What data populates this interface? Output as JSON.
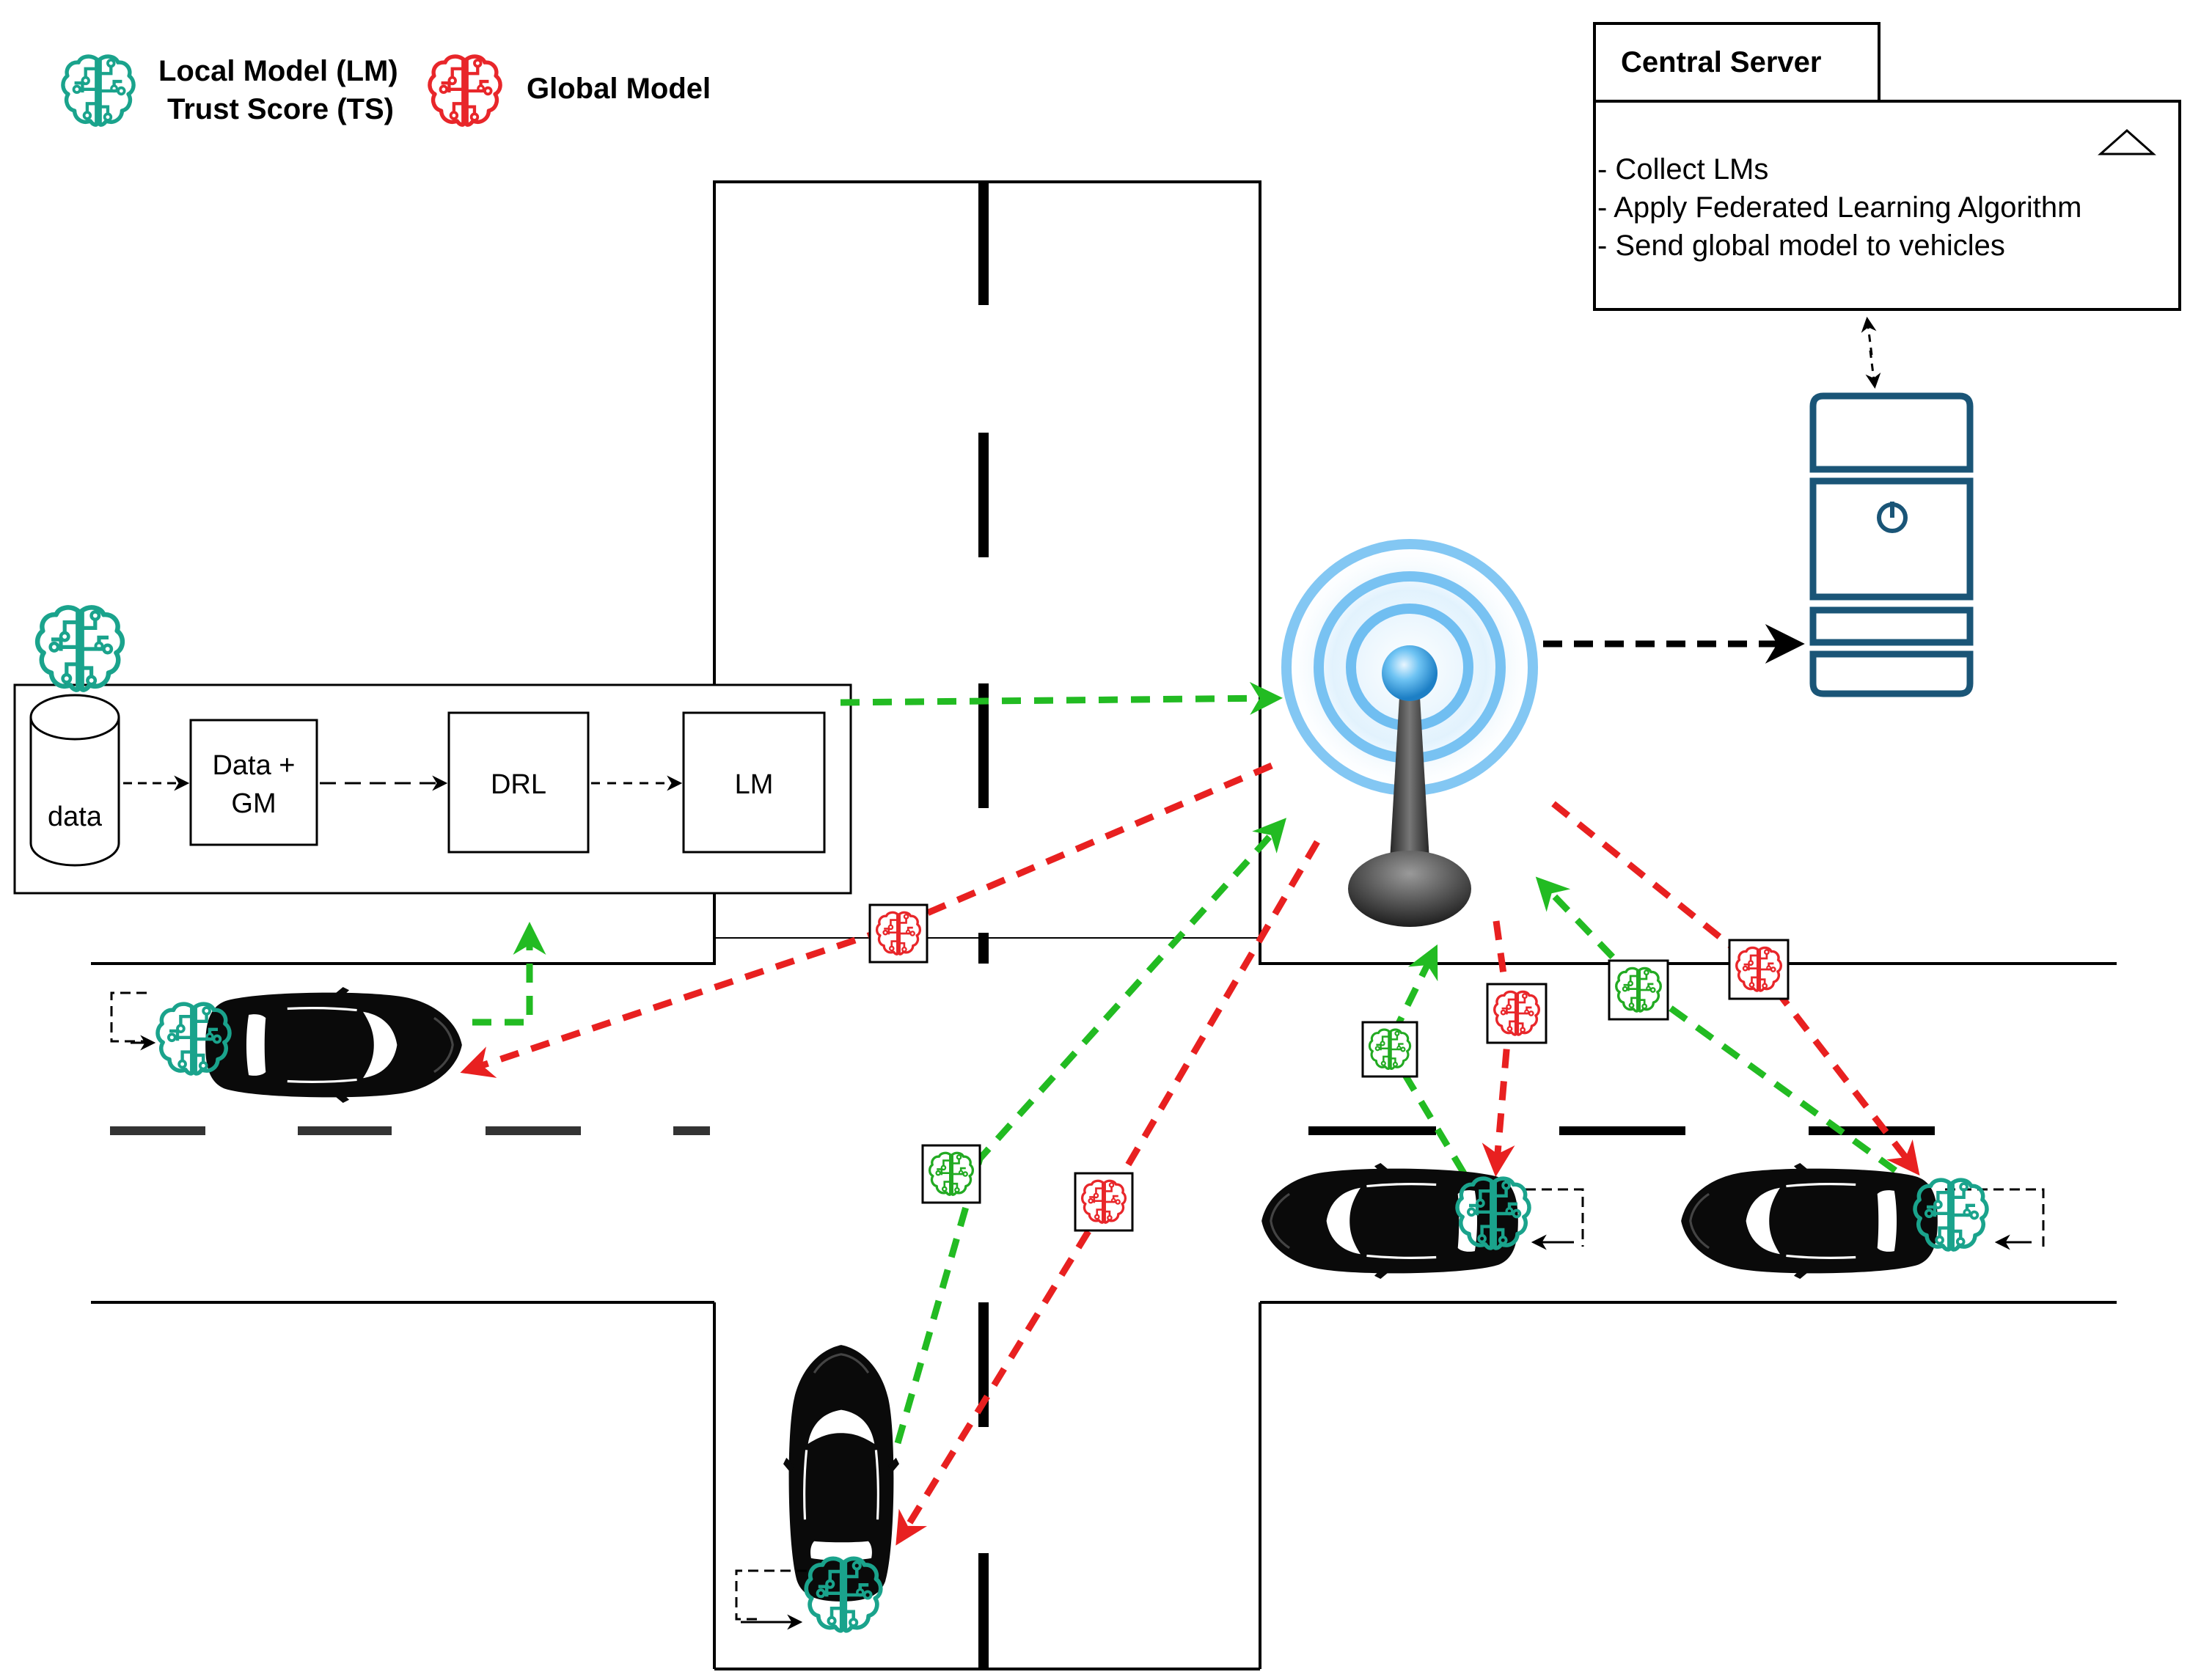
{
  "legend": {
    "local_model_line1": "Local Model (LM)",
    "local_model_line2": "Trust Score (TS)",
    "global_model": "Global Model",
    "local_icon": "brain-circuit-icon",
    "global_icon": "brain-circuit-icon"
  },
  "central_server": {
    "title": "Central Server",
    "items": [
      "- Collect LMs",
      "- Apply Federated Learning Algorithm",
      "- Send global model to vehicles"
    ],
    "collapse_icon": "triangle-up-icon"
  },
  "pipeline": {
    "data_label": "data",
    "step1_line1": "Data +",
    "step1_line2": "GM",
    "step2": "DRL",
    "step3": "LM"
  },
  "colors": {
    "local_model": "#1aa38c",
    "global_model": "#e8262a",
    "uplink_arrow": "#22bb22",
    "downlink_arrow": "#e82020",
    "server": "#1a5577",
    "antenna_glow": "#5ab4ef"
  },
  "icons": {
    "server": "server-tower-icon",
    "antenna": "wireless-antenna-icon",
    "car": "car-top-view-icon"
  }
}
